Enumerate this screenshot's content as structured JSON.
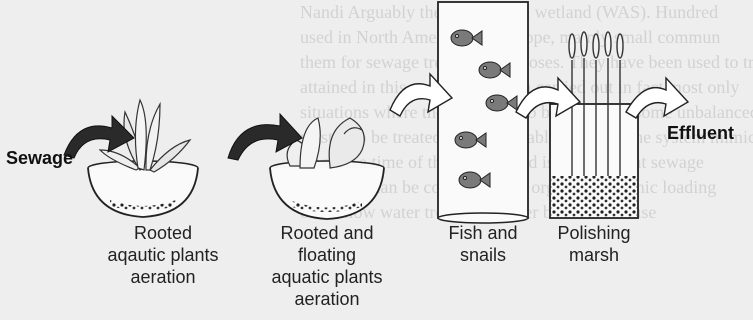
{
  "background_text": [
    "Nandi Arguably the best-known wetland (WAS). Hundred",
    "used in North America and Europe, mainly small commun",
    "them for sewage treatment purposes. They have been used to trea",
    "attained in this manner has been carried out in fact most only",
    "situations where the sewage is to be treated in some unbalanced",
    "wastes to be treated in a sustainable manner. The system mimics",
    "stage at a time of the sewage and is used to treat sewage",
    "treatment can be converted into organic/inorganic loading",
    "of shallow water treatment, other beneficial reuse"
  ],
  "labels": {
    "sewage": "Sewage",
    "effluent": "Effluent",
    "stage1_line1": "Rooted",
    "stage1_line2": "aqautic plants",
    "stage1_line3": "aeration",
    "stage2_line1": "Rooted and",
    "stage2_line2": "floating",
    "stage2_line3": "aquatic plants",
    "stage2_line4": "aeration",
    "stage3_line1": "Fish and",
    "stage3_line2": "snails",
    "stage4_line1": "Polishing",
    "stage4_line2": "marsh"
  },
  "colors": {
    "flow_arrow_dark": "#2a2a2a",
    "flow_arrow_light": "#ffffff",
    "fish": "#7a7a7a",
    "container_fill": "#fafafa"
  }
}
